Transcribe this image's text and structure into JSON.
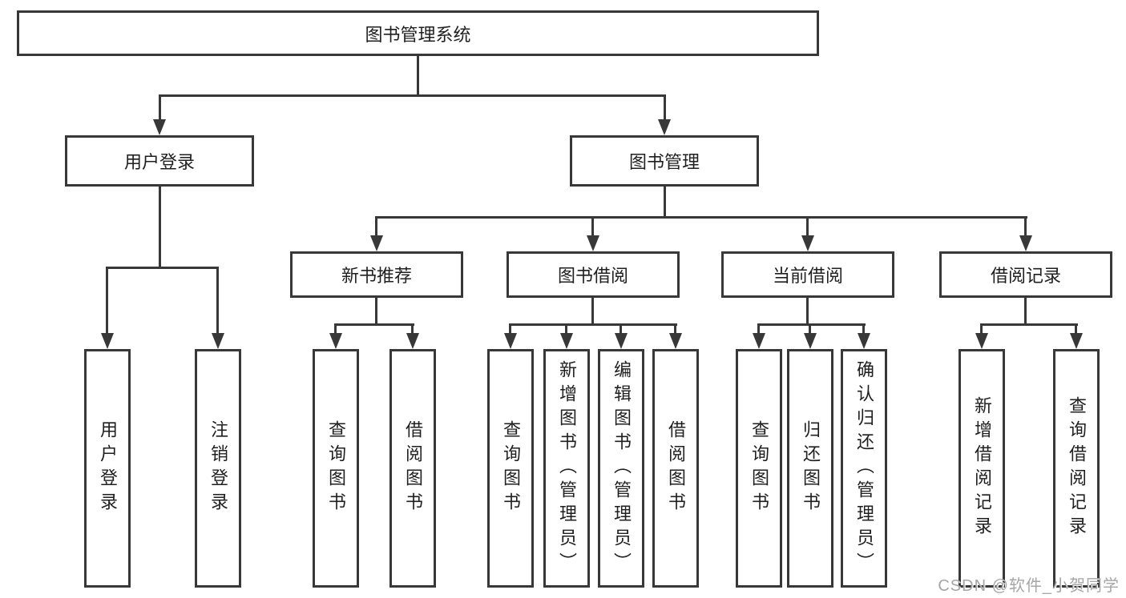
{
  "diagram": {
    "title_node": "图书管理系统",
    "nodes": {
      "user_login": "用户登录",
      "book_mgmt": "图书管理",
      "new_book": "新书推荐",
      "book_borrow": "图书借阅",
      "current_borrow": "当前借阅",
      "borrow_record": "借阅记录"
    },
    "leaves": {
      "user_login": [
        "用户登录",
        "注销登录"
      ],
      "new_book": [
        "查询图书",
        "借阅图书"
      ],
      "book_borrow": [
        "查询图书",
        "新增图书（管理员）",
        "编辑图书（管理员）",
        "借阅图书"
      ],
      "current_borrow": [
        "查询图书",
        "归还图书",
        "确认归还（管理员）"
      ],
      "borrow_record": [
        "新增借阅记录",
        "查询借阅记录"
      ]
    },
    "colors": {
      "line": "#383838",
      "text": "#1f1f1f",
      "background": "#ffffff",
      "watermark": "#a6a6a6"
    },
    "watermark": "CSDN @软件_小贺同学"
  }
}
